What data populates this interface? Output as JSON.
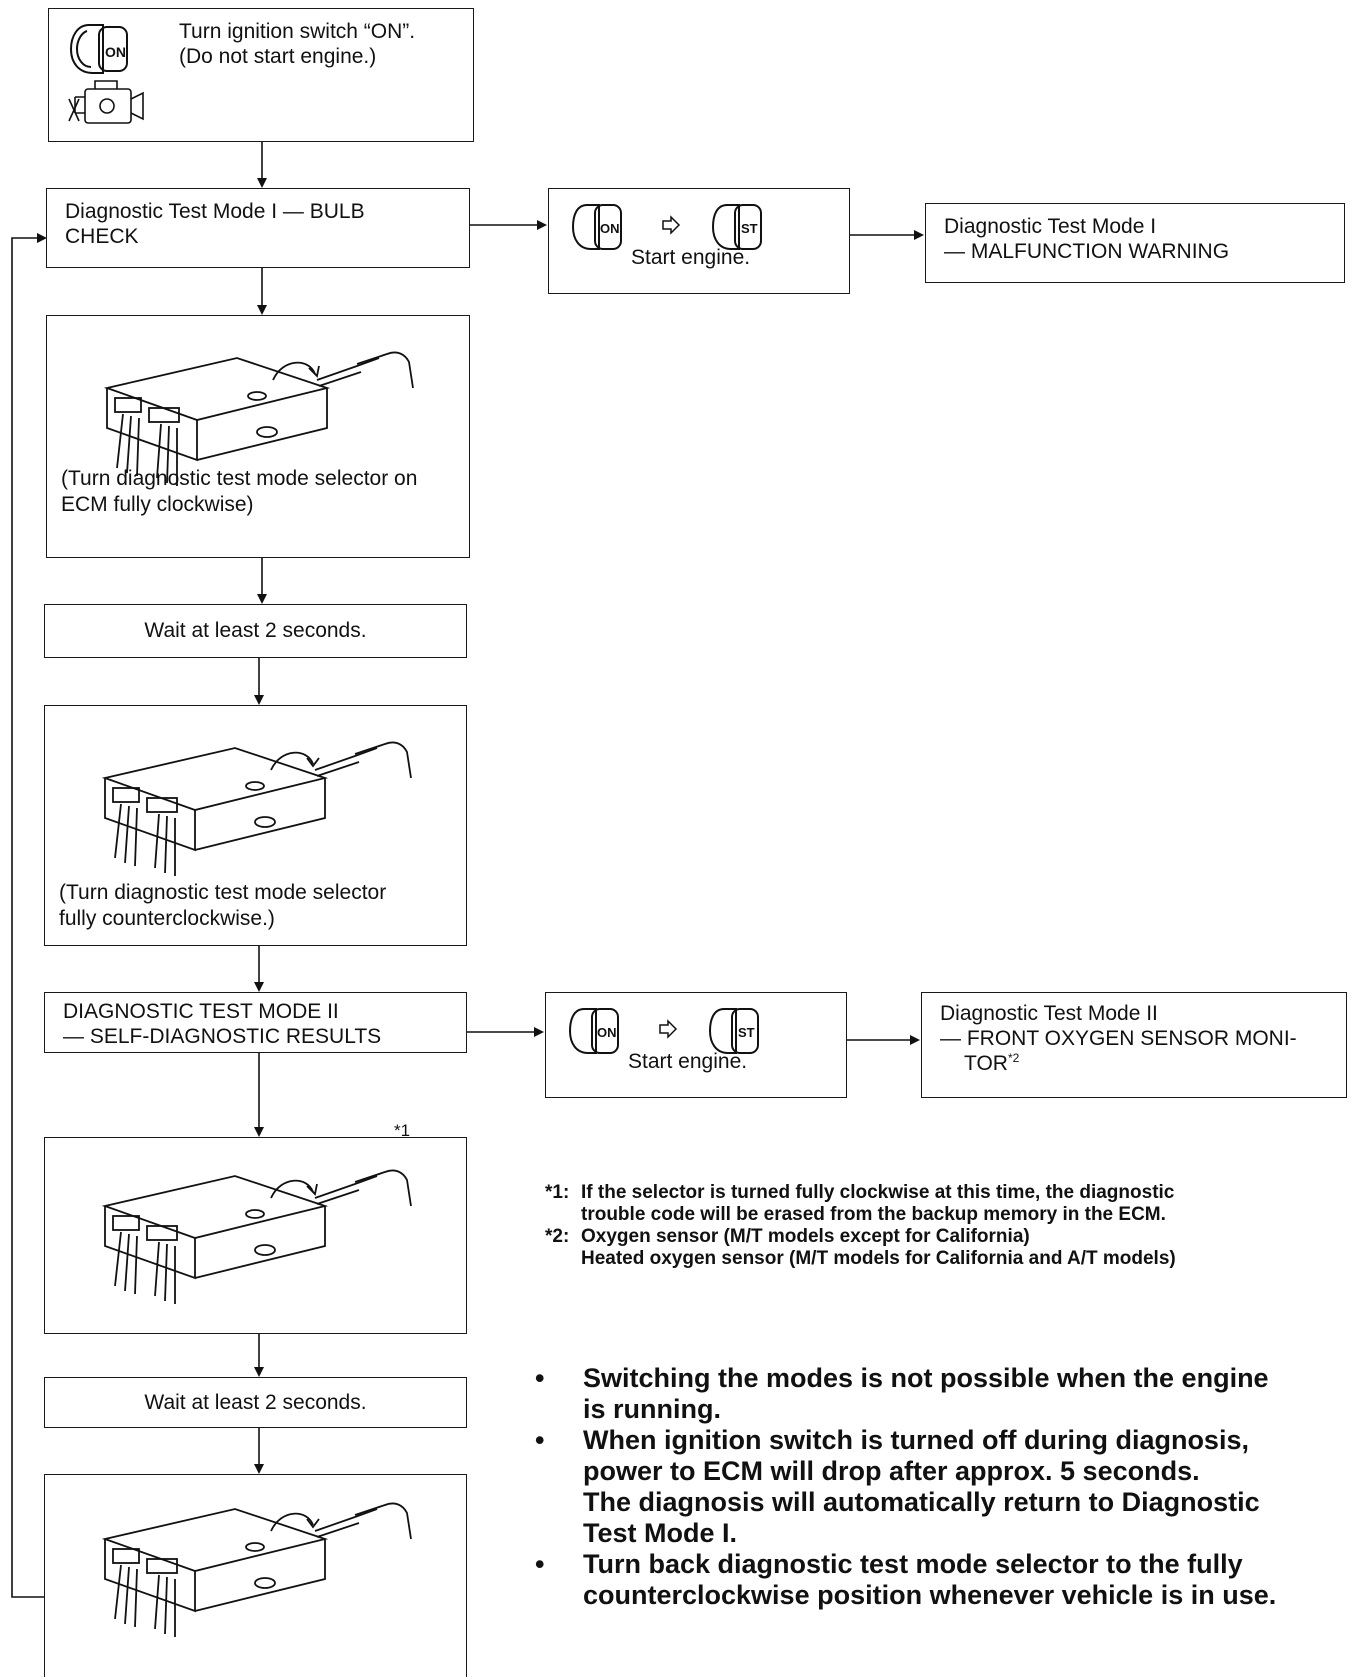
{
  "steps": {
    "ignition_on": {
      "line1": "Turn ignition switch “ON”.",
      "line2": "(Do not start engine.)",
      "key_label": "ON"
    },
    "mode1": {
      "line1": "Diagnostic Test Mode I — BULB",
      "line2": "CHECK"
    },
    "start1": {
      "key_on": "ON",
      "key_st": "ST",
      "label": "Start engine."
    },
    "mode1_warning": {
      "line1": "Diagnostic Test Mode I",
      "line2": "— MALFUNCTION WARNING"
    },
    "turn_cw_1": {
      "line1": "(Turn diagnostic test mode selector on",
      "line2": "ECM fully clockwise)"
    },
    "wait1": "Wait at least 2 seconds.",
    "turn_ccw_1": {
      "line1": "(Turn diagnostic test mode selector",
      "line2": "fully counterclockwise.)"
    },
    "mode2": {
      "line1": "DIAGNOSTIC TEST MODE II",
      "line2": "— SELF-DIAGNOSTIC RESULTS"
    },
    "start2": {
      "key_on": "ON",
      "key_st": "ST",
      "label": "Start engine."
    },
    "mode2_monitor": {
      "line1": "Diagnostic Test Mode II",
      "line2": "— FRONT OXYGEN SENSOR MONI-",
      "line3": "TOR",
      "line3_sup": "*2"
    },
    "wait2": "Wait at least 2 seconds.",
    "marker1": "*1"
  },
  "notes": [
    {
      "key": "*1:",
      "lines": [
        "If the selector is turned fully clockwise at this time, the diagnostic",
        "trouble code will be erased from the backup memory in the ECM."
      ]
    },
    {
      "key": "*2:",
      "lines": [
        "Oxygen sensor (M/T models except for California)",
        "Heated oxygen sensor (M/T models for California and A/T models)"
      ]
    }
  ],
  "bullets": [
    {
      "lines": [
        "Switching the modes is not possible when the engine",
        "is running."
      ]
    },
    {
      "lines": [
        "When ignition switch is turned off during diagnosis,",
        "power to ECM will drop after approx. 5 seconds.",
        "The diagnosis will automatically return to Diagnostic",
        "Test Mode I."
      ]
    },
    {
      "lines": [
        "Turn back diagnostic test mode selector to the fully",
        "counterclockwise position whenever vehicle is in use."
      ]
    }
  ],
  "icons": [
    "ignition-key-icon",
    "engine-icon",
    "ecm-unit-icon",
    "clockwise-arrow-icon",
    "counterclockwise-arrow-icon",
    "hand-screwdriver-icon",
    "outline-arrow-icon"
  ]
}
